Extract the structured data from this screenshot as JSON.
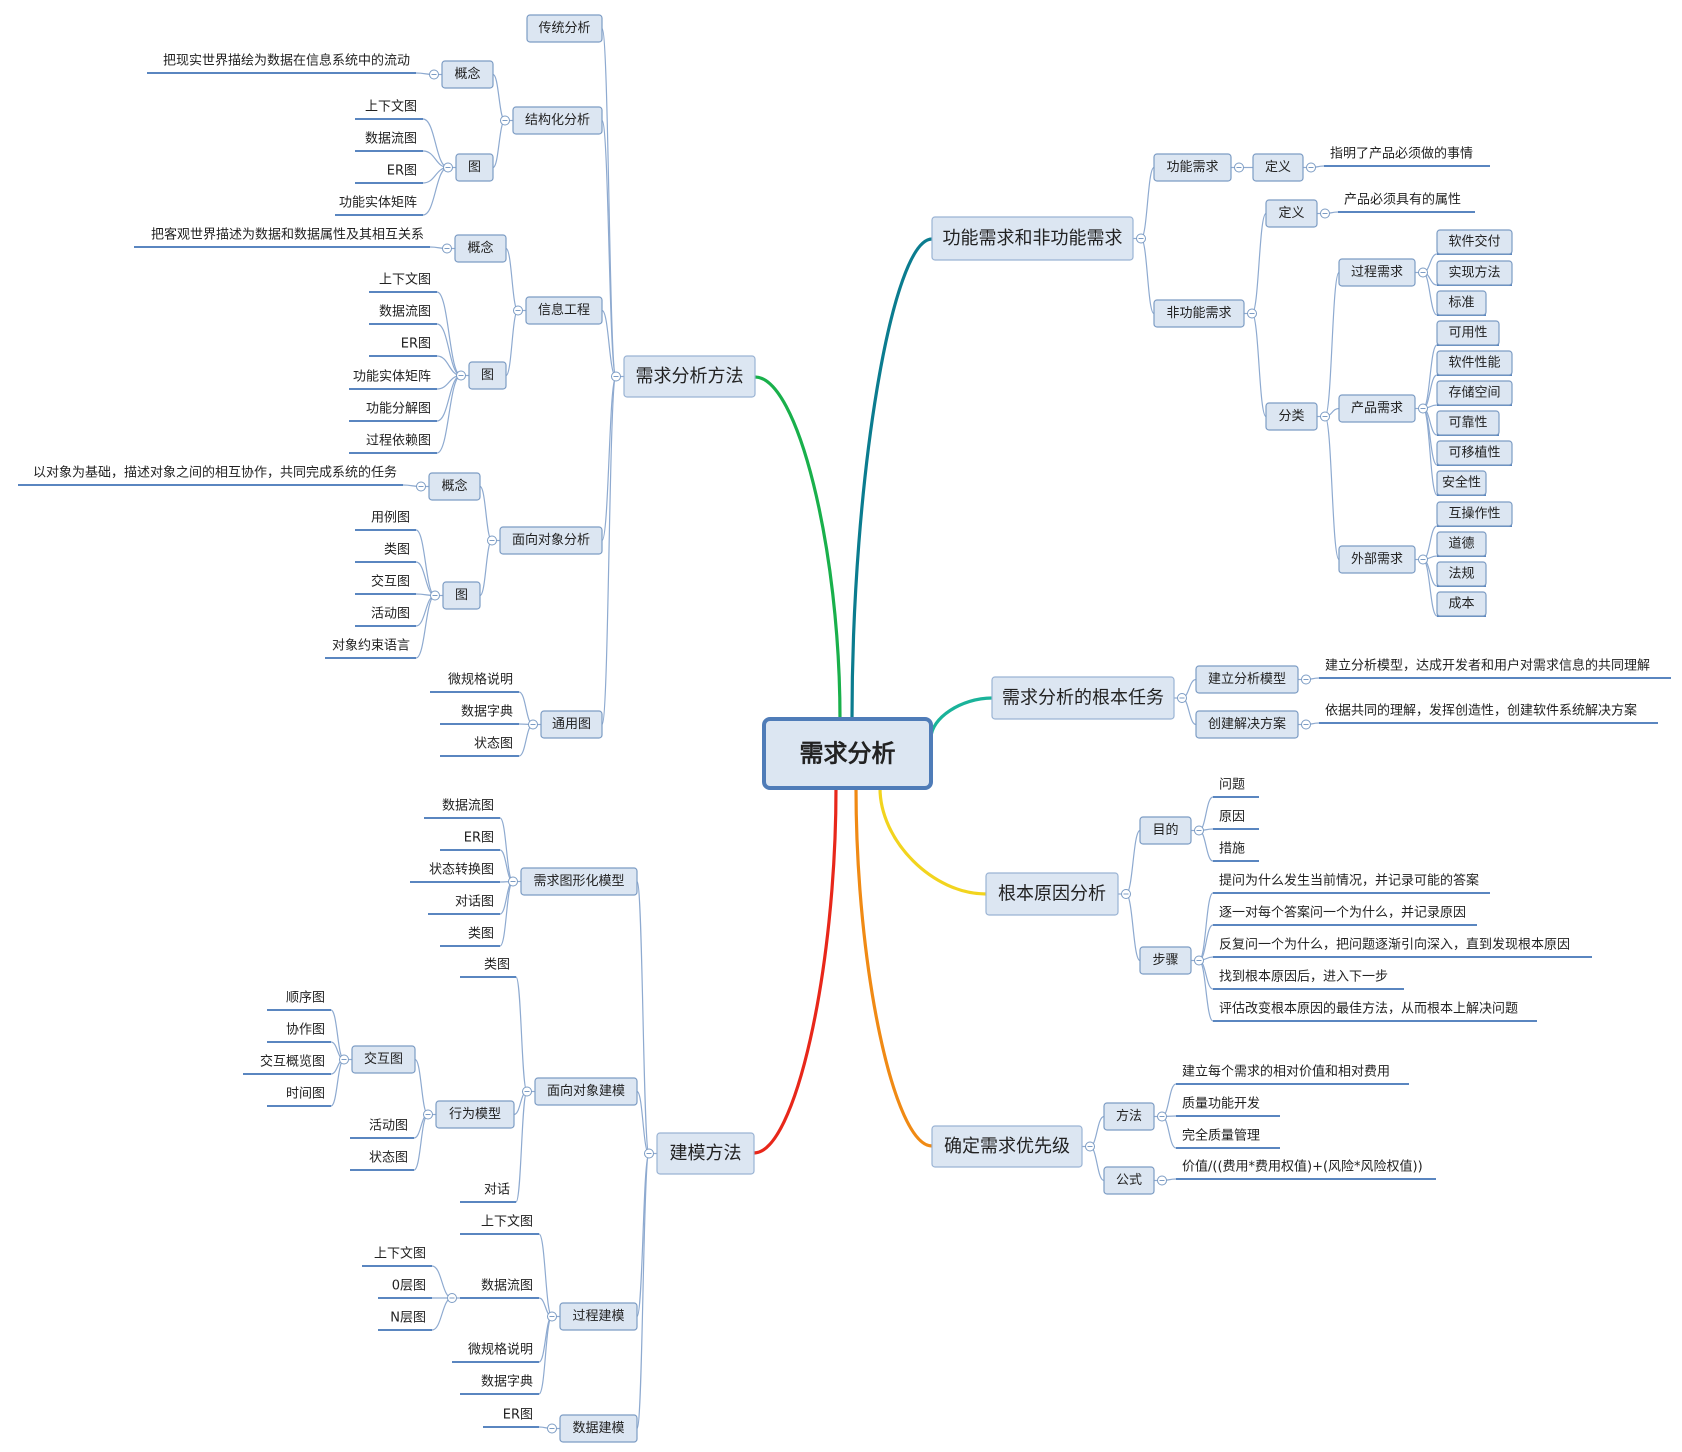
{
  "root": "需求分析",
  "branches": [
    {
      "id": "fx",
      "label": "需求分析方法",
      "children": [
        {
          "label": "传统分析"
        },
        {
          "label": "结构化分析",
          "children": [
            {
              "label": "概念",
              "children": [
                {
                  "label": "把现实世界描绘为数据在信息系统中的流动"
                }
              ]
            },
            {
              "label": "图",
              "children": [
                {
                  "label": "上下文图"
                },
                {
                  "label": "数据流图"
                },
                {
                  "label": "ER图"
                },
                {
                  "label": "功能实体矩阵"
                }
              ]
            }
          ]
        },
        {
          "label": "信息工程",
          "children": [
            {
              "label": "概念",
              "children": [
                {
                  "label": "把客观世界描述为数据和数据属性及其相互关系"
                }
              ]
            },
            {
              "label": "图",
              "children": [
                {
                  "label": "上下文图"
                },
                {
                  "label": "数据流图"
                },
                {
                  "label": "ER图"
                },
                {
                  "label": "功能实体矩阵"
                },
                {
                  "label": "功能分解图"
                },
                {
                  "label": "过程依赖图"
                }
              ]
            }
          ]
        },
        {
          "label": "面向对象分析",
          "children": [
            {
              "label": "概念",
              "children": [
                {
                  "label": "以对象为基础，描述对象之间的相互协作，共同完成系统的任务"
                }
              ]
            },
            {
              "label": "图",
              "children": [
                {
                  "label": "用例图"
                },
                {
                  "label": "类图"
                },
                {
                  "label": "交互图"
                },
                {
                  "label": "活动图"
                },
                {
                  "label": "对象约束语言"
                }
              ]
            }
          ]
        },
        {
          "label": "通用图",
          "children": [
            {
              "label": "微规格说明"
            },
            {
              "label": "数据字典"
            },
            {
              "label": "状态图"
            }
          ]
        }
      ]
    },
    {
      "id": "jm",
      "label": "建模方法",
      "children": [
        {
          "label": "需求图形化模型",
          "children": [
            {
              "label": "数据流图"
            },
            {
              "label": "ER图"
            },
            {
              "label": "状态转换图"
            },
            {
              "label": "对话图"
            },
            {
              "label": "类图"
            }
          ]
        },
        {
          "label": "面向对象建模",
          "children": [
            {
              "label": "类图"
            },
            {
              "label": "行为模型",
              "children": [
                {
                  "label": "交互图",
                  "children": [
                    {
                      "label": "顺序图"
                    },
                    {
                      "label": "协作图"
                    },
                    {
                      "label": "交互概览图"
                    },
                    {
                      "label": "时间图"
                    }
                  ]
                },
                {
                  "label": "活动图"
                },
                {
                  "label": "状态图"
                }
              ]
            },
            {
              "label": "对话"
            }
          ]
        },
        {
          "label": "过程建模",
          "children": [
            {
              "label": "上下文图"
            },
            {
              "label": "数据流图",
              "children": [
                {
                  "label": "上下文图"
                },
                {
                  "label": "0层图"
                },
                {
                  "label": "N层图"
                }
              ]
            },
            {
              "label": "微规格说明"
            },
            {
              "label": "数据字典"
            }
          ]
        },
        {
          "label": "数据建模",
          "children": [
            {
              "label": "ER图"
            }
          ]
        }
      ]
    },
    {
      "id": "gn",
      "label": "功能需求和非功能需求",
      "children": [
        {
          "label": "功能需求",
          "children": [
            {
              "label": "定义",
              "children": [
                {
                  "label": "指明了产品必须做的事情"
                }
              ]
            }
          ]
        },
        {
          "label": "非功能需求",
          "children": [
            {
              "label": "定义",
              "children": [
                {
                  "label": "产品必须具有的属性"
                }
              ]
            },
            {
              "label": "分类",
              "children": [
                {
                  "label": "过程需求",
                  "children": [
                    {
                      "label": "软件交付"
                    },
                    {
                      "label": "实现方法"
                    },
                    {
                      "label": "标准"
                    }
                  ]
                },
                {
                  "label": "产品需求",
                  "children": [
                    {
                      "label": "可用性"
                    },
                    {
                      "label": "软件性能"
                    },
                    {
                      "label": "存储空间"
                    },
                    {
                      "label": "可靠性"
                    },
                    {
                      "label": "可移植性"
                    },
                    {
                      "label": "安全性"
                    }
                  ]
                },
                {
                  "label": "外部需求",
                  "children": [
                    {
                      "label": "互操作性"
                    },
                    {
                      "label": "道德"
                    },
                    {
                      "label": "法规"
                    },
                    {
                      "label": "成本"
                    }
                  ]
                }
              ]
            }
          ]
        }
      ]
    },
    {
      "id": "rw",
      "label": "需求分析的根本任务",
      "children": [
        {
          "label": "建立分析模型",
          "children": [
            {
              "label": "建立分析模型，达成开发者和用户对需求信息的共同理解"
            }
          ]
        },
        {
          "label": "创建解决方案",
          "children": [
            {
              "label": "依据共同的理解，发挥创造性，创建软件系统解决方案"
            }
          ]
        }
      ]
    },
    {
      "id": "gy",
      "label": "根本原因分析",
      "children": [
        {
          "label": "目的",
          "children": [
            {
              "label": "问题"
            },
            {
              "label": "原因"
            },
            {
              "label": "措施"
            }
          ]
        },
        {
          "label": "步骤",
          "children": [
            {
              "label": "提问为什么发生当前情况，并记录可能的答案"
            },
            {
              "label": "逐一对每个答案问一个为什么，并记录原因"
            },
            {
              "label": "反复问一个为什么，把问题逐渐引向深入，直到发现根本原因"
            },
            {
              "label": "找到根本原因后，进入下一步"
            },
            {
              "label": "评估改变根本原因的最佳方法，从而根本上解决问题"
            }
          ]
        }
      ]
    },
    {
      "id": "yx",
      "label": "确定需求优先级",
      "children": [
        {
          "label": "方法",
          "children": [
            {
              "label": "建立每个需求的相对价值和相对费用"
            },
            {
              "label": "质量功能开发"
            },
            {
              "label": "完全质量管理"
            }
          ]
        },
        {
          "label": "公式",
          "children": [
            {
              "label": "价值/((费用*费用权值)+(风险*风险权值))"
            }
          ]
        }
      ]
    }
  ],
  "colors": {
    "box_fill": "#dce6f2",
    "box_stroke": "#7c9cc4",
    "connector": "#8eaad0",
    "underline": "#5a86c0",
    "branch_fx": "#19b04b",
    "branch_jm": "#e8271a",
    "branch_gn": "#0b7c8f",
    "branch_rw": "#1ab39a",
    "branch_gy": "#f2d41e",
    "branch_yx": "#f08a14"
  }
}
